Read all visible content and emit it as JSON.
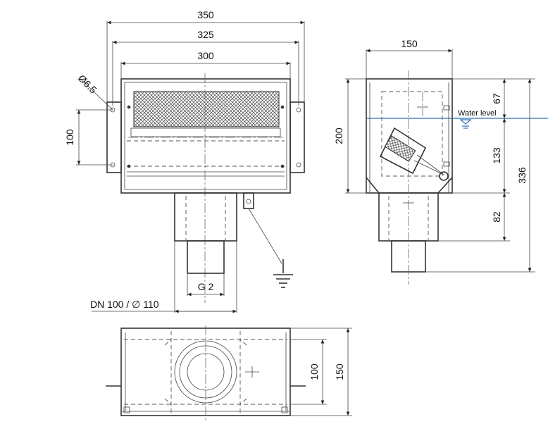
{
  "dimensions": {
    "front_width_outer": "350",
    "front_width_mid": "325",
    "front_width_inner": "300",
    "hole_diameter": "Ø6.5",
    "hole_spacing": "100",
    "outlet_thread": "G 2",
    "pipe_size": "DN 100 / ∅ 110",
    "side_width": "150",
    "side_height_box": "200",
    "side_top_to_water": "67",
    "side_water_to_bottom": "133",
    "side_pipe_length": "82",
    "side_total_height": "336",
    "plan_inner": "100",
    "plan_outer": "150"
  },
  "labels": {
    "water_level": "Water level"
  },
  "colors": {
    "line": "#333333",
    "water": "#2b6fb3"
  }
}
